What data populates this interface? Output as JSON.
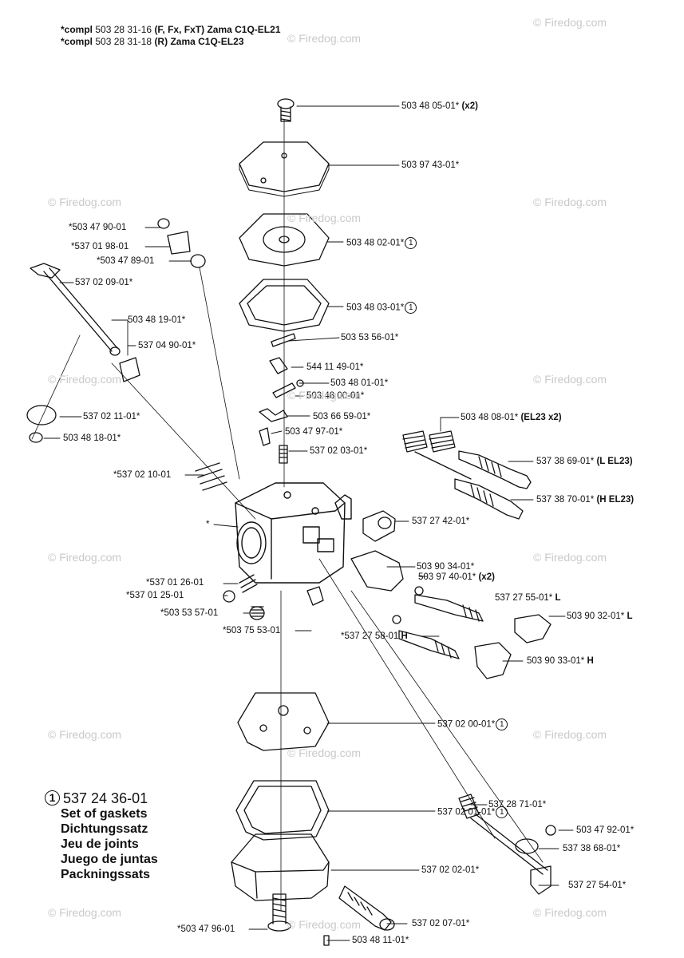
{
  "header": {
    "line1_prefix": "*compl",
    "line1_part": "503 28 31-16",
    "line1_variant": "(F, Fx, FxT)",
    "line1_model": "Zama C1Q-EL21",
    "line2_prefix": "*compl",
    "line2_part": "503 28 31-18",
    "line2_variant": "(R)",
    "line2_model": "Zama C1Q-EL23"
  },
  "labels": [
    {
      "text": "503 48 05-01*",
      "bold": "(x2)",
      "circle": ""
    },
    {
      "text": "503 97 43-01*",
      "bold": "",
      "circle": ""
    },
    {
      "text": "503 48 02-01*",
      "bold": "",
      "circle": "1"
    },
    {
      "text": "503 48 03-01*",
      "bold": "",
      "circle": "1"
    },
    {
      "text": "503 53 56-01*",
      "bold": "",
      "circle": ""
    },
    {
      "text": "544 11 49-01*",
      "bold": "",
      "circle": ""
    },
    {
      "text": "503 48 01-01*",
      "bold": "",
      "circle": ""
    },
    {
      "text": "503 48 00-01*",
      "bold": "",
      "circle": ""
    },
    {
      "text": "503 66 59-01*",
      "bold": "",
      "circle": ""
    },
    {
      "text": "503 47 97-01*",
      "bold": "",
      "circle": ""
    },
    {
      "text": "537 02 03-01*",
      "bold": "",
      "circle": ""
    },
    {
      "text": "503 48 08-01*",
      "bold": "(EL23 x2)",
      "circle": ""
    },
    {
      "text": "537 38 69-01*",
      "bold": "(L EL23)",
      "circle": ""
    },
    {
      "text": "537 38 70-01*",
      "bold": "(H EL23)",
      "circle": ""
    },
    {
      "text": "*503 47 90-01",
      "bold": "",
      "circle": ""
    },
    {
      "text": "*537 01 98-01",
      "bold": "",
      "circle": ""
    },
    {
      "text": "*503 47 89-01",
      "bold": "",
      "circle": ""
    },
    {
      "text": "537 02 09-01*",
      "bold": "",
      "circle": ""
    },
    {
      "text": "503 48 19-01*",
      "bold": "",
      "circle": ""
    },
    {
      "text": "537 04 90-01*",
      "bold": "",
      "circle": ""
    },
    {
      "text": "537 02 11-01*",
      "bold": "",
      "circle": ""
    },
    {
      "text": "503 48 18-01*",
      "bold": "",
      "circle": ""
    },
    {
      "text": "*537 02 10-01",
      "bold": "",
      "circle": ""
    },
    {
      "text": "*",
      "bold": "",
      "circle": ""
    },
    {
      "text": "537 27 42-01*",
      "bold": "",
      "circle": ""
    },
    {
      "text": "503 90 34-01*",
      "bold": "",
      "circle": ""
    },
    {
      "text": "503 97 40-01*",
      "bold": "(x2)",
      "circle": ""
    },
    {
      "text": "537 27 55-01*",
      "bold": "L",
      "circle": ""
    },
    {
      "text": "*537 01 26-01",
      "bold": "",
      "circle": ""
    },
    {
      "text": "*537 01 25-01",
      "bold": "",
      "circle": ""
    },
    {
      "text": "*503 53 57-01",
      "bold": "",
      "circle": ""
    },
    {
      "text": "*503 75 53-01",
      "bold": "",
      "circle": ""
    },
    {
      "text": "*537 27 58-01",
      "bold": "H",
      "circle": ""
    },
    {
      "text": "503 90 32-01*",
      "bold": "L",
      "circle": ""
    },
    {
      "text": "503 90 33-01*",
      "bold": "H",
      "circle": ""
    },
    {
      "text": "537 02 00-01*",
      "bold": "",
      "circle": "1"
    },
    {
      "text": "537 02 01-01*",
      "bold": "",
      "circle": "1"
    },
    {
      "text": "537 28 71-01*",
      "bold": "",
      "circle": ""
    },
    {
      "text": "503 47 92-01*",
      "bold": "",
      "circle": ""
    },
    {
      "text": "537 38 68-01*",
      "bold": "",
      "circle": ""
    },
    {
      "text": "537 02 02-01*",
      "bold": "",
      "circle": ""
    },
    {
      "text": "537 27 54-01*",
      "bold": "",
      "circle": ""
    },
    {
      "text": "537 02 07-01*",
      "bold": "",
      "circle": ""
    },
    {
      "text": "*503 47 96-01",
      "bold": "",
      "circle": ""
    },
    {
      "text": "503 48 11-01*",
      "bold": "",
      "circle": ""
    }
  ],
  "legend": {
    "circle": "1",
    "part": "537 24 36-01",
    "lines": [
      "Set of gaskets",
      "Dichtungssatz",
      "Jeu de joints",
      "Juego de juntas",
      "Packningssats"
    ]
  },
  "watermark": {
    "text": "© Firedog.com",
    "color": "#c9c9c9"
  }
}
